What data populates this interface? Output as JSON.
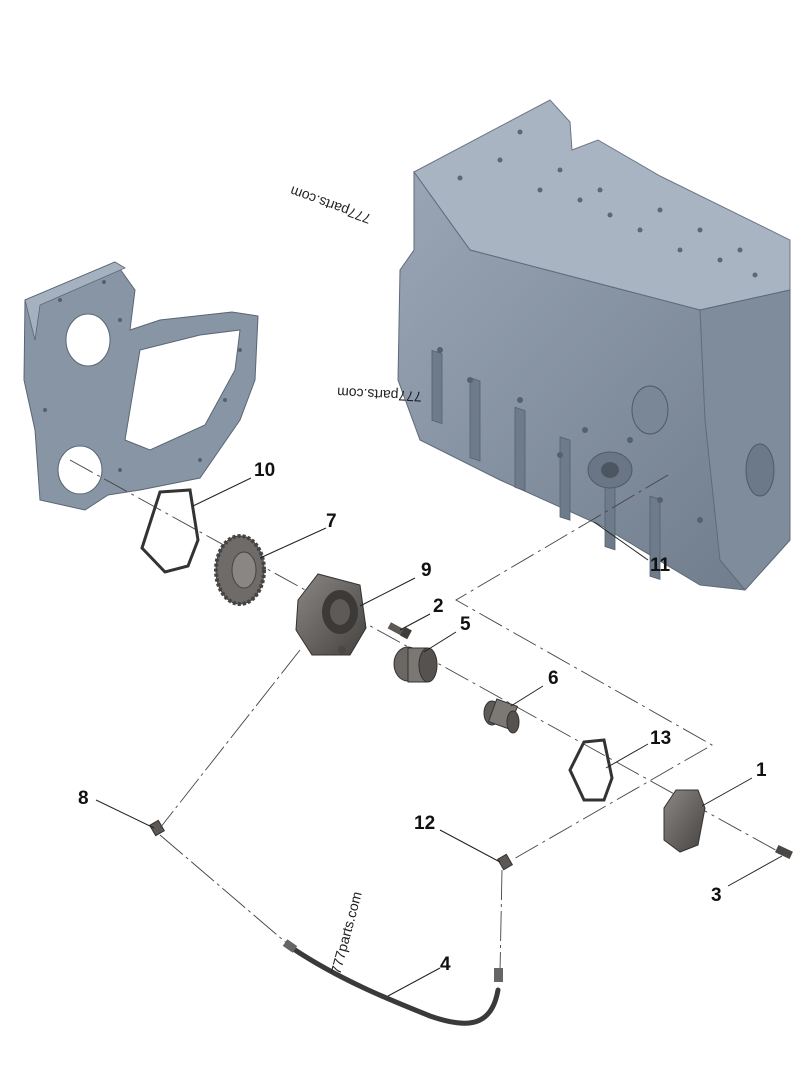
{
  "parts": {
    "p1": "1",
    "p2": "2",
    "p3": "3",
    "p4": "4",
    "p5": "5",
    "p6": "6",
    "p7": "7",
    "p8": "8",
    "p9": "9",
    "p10": "10",
    "p11": "11",
    "p12": "12",
    "p13": "13"
  },
  "watermarks": [
    "777parts.com",
    "777parts.com",
    "777parts.com"
  ],
  "colors": {
    "block": "#8d9aaa",
    "block_top": "#a9b4c2",
    "block_shadow": "#6b7888",
    "dark_part": "#5a5754",
    "dark_part_light": "#7a7774",
    "hose": "#3a3a3a"
  }
}
